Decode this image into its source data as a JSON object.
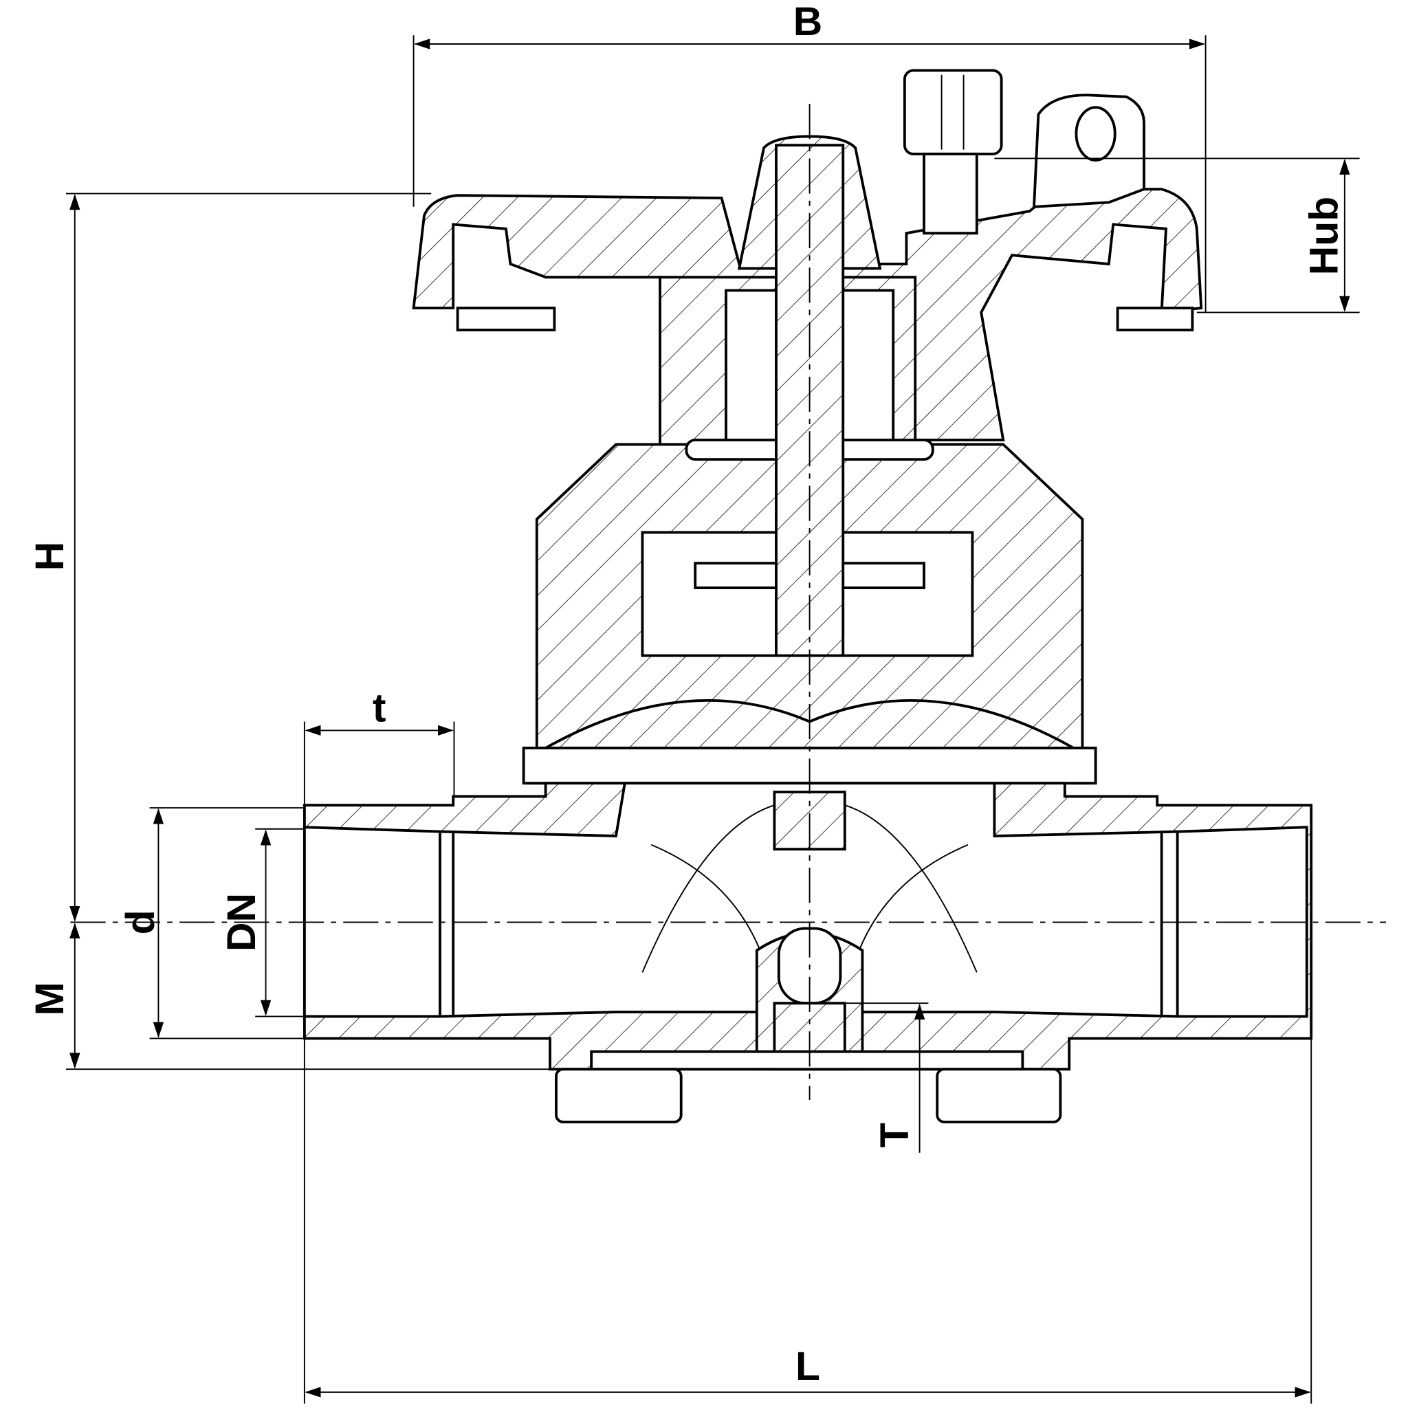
{
  "drawing": {
    "title": "Diaphragm valve sectional drawing",
    "dimensions": {
      "B": "B",
      "Hub": "Hub",
      "H": "H",
      "t": "t",
      "d": "d",
      "DN": "DN",
      "M": "M",
      "T": "T",
      "L": "L"
    }
  }
}
